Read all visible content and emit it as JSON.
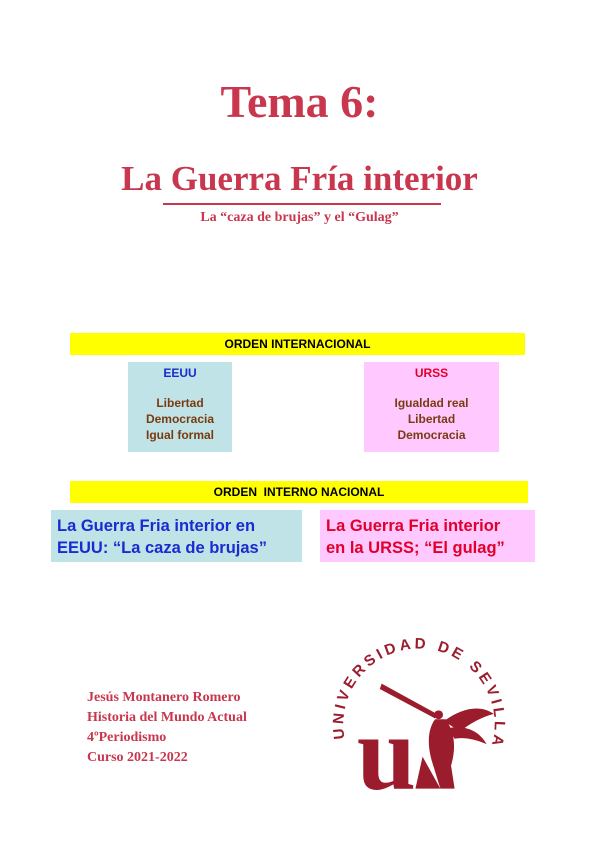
{
  "header": {
    "title": "Tema 6:",
    "subtitle": "La Guerra Fría interior",
    "tagline": "La “caza de brujas” y el “Gulag”"
  },
  "diagram": {
    "intl_band": "ORDEN INTERNACIONAL",
    "eeuu": {
      "head": "EEUU",
      "items": [
        "Libertad",
        "Democracia",
        "Igual formal"
      ]
    },
    "urss": {
      "head": "URSS",
      "items": [
        "Igualdad real",
        "Libertad",
        "Democracia"
      ]
    },
    "nac_band": "ORDEN  INTERNO NACIONAL",
    "us_interior": [
      "La Guerra Fria interior en",
      "EEUU: “La caza de brujas”"
    ],
    "ru_interior": [
      "La Guerra Fria interior",
      "en la URSS; “El gulag”"
    ]
  },
  "author": {
    "name": "Jesús Montanero Romero",
    "course_name": "Historia del Mundo Actual",
    "degree": "4ºPeriodismo",
    "year": "Curso 2021-2022"
  },
  "logo": {
    "text": "UNIVERSIDAD DE SEVILLA",
    "letter": "u",
    "color": "#9b1c2c"
  }
}
